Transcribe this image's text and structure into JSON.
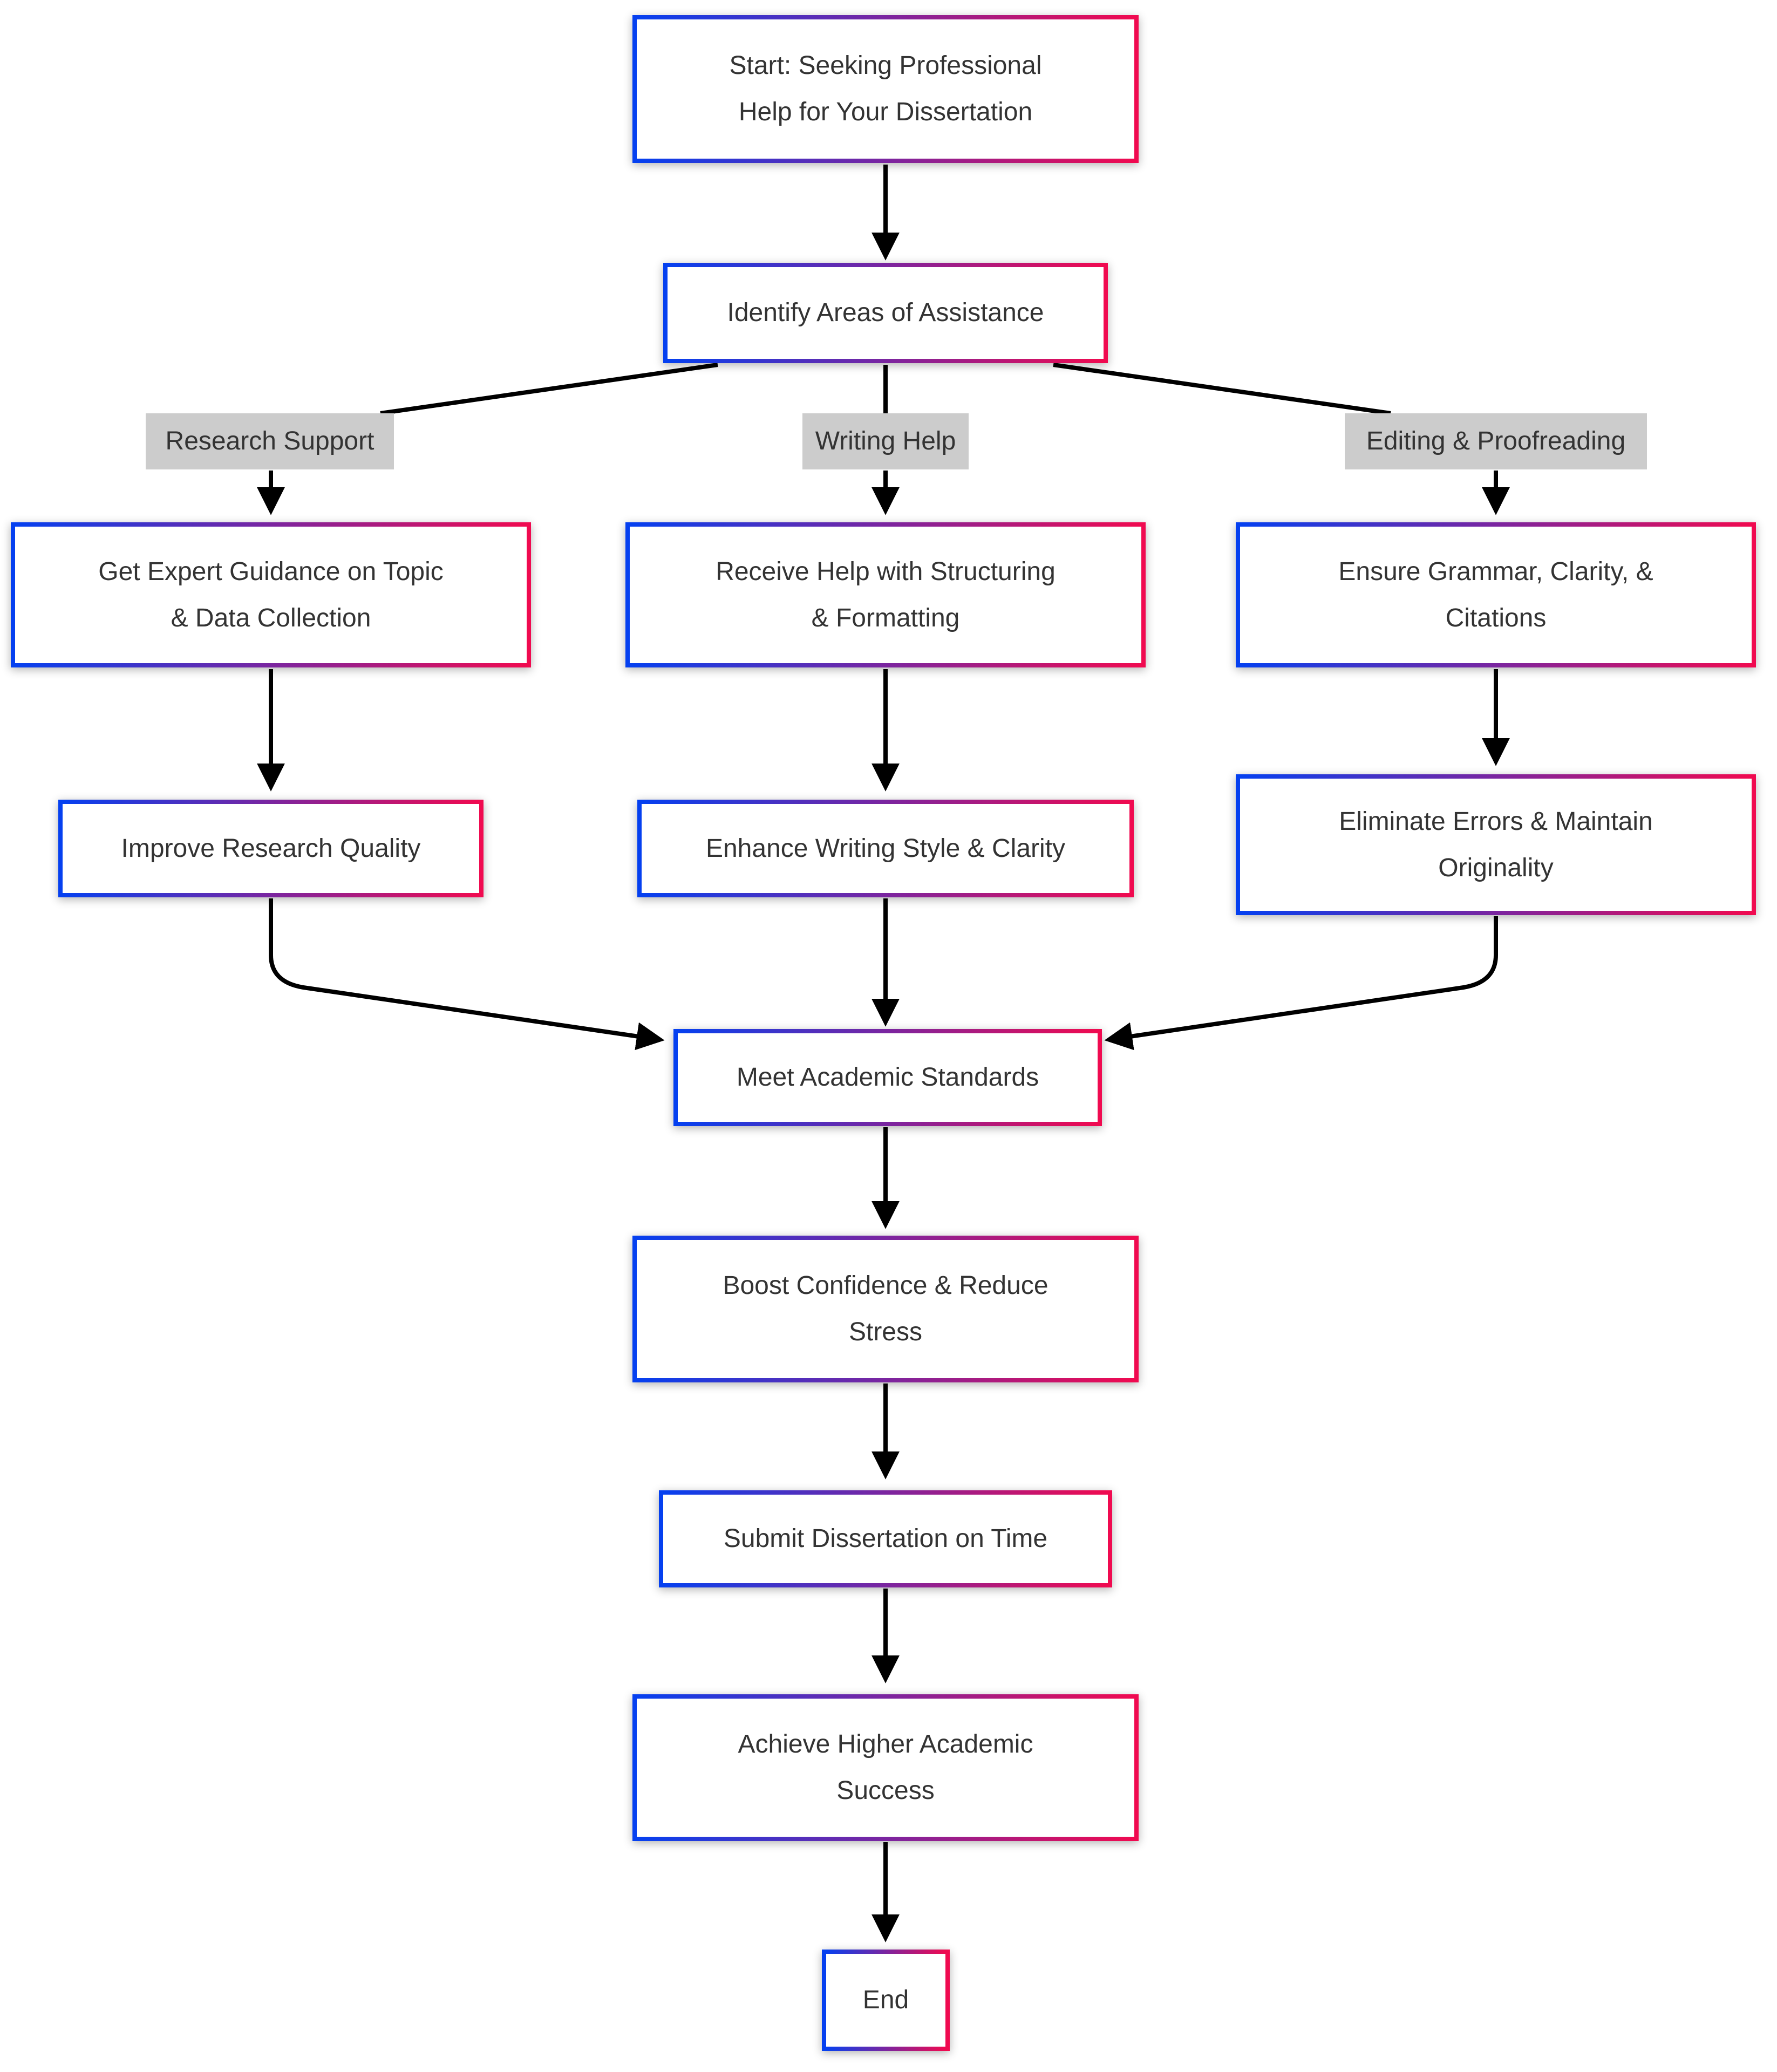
{
  "diagram_type": "flowchart",
  "nodes": {
    "start": "Start: Seeking Professional\nHelp for Your Dissertation",
    "identify": "Identify Areas of Assistance",
    "get_expert": "Get Expert Guidance on Topic\n& Data Collection",
    "receive_help": "Receive Help with Structuring\n& Formatting",
    "ensure_grammar": "Ensure Grammar, Clarity, &\nCitations",
    "improve_research": "Improve Research Quality",
    "enhance_writing": "Enhance Writing Style & Clarity",
    "eliminate_errors": "Eliminate Errors & Maintain\nOriginality",
    "meet_standards": "Meet Academic Standards",
    "boost_confidence": "Boost Confidence & Reduce\nStress",
    "submit_on_time": "Submit Dissertation on Time",
    "achieve_success": "Achieve Higher Academic\nSuccess",
    "end": "End"
  },
  "edge_labels": {
    "research": "Research Support",
    "writing": "Writing Help",
    "editing": "Editing & Proofreading"
  },
  "colors": {
    "border_gradient_left": "#0540f0",
    "border_gradient_right": "#f00a50",
    "node_fill": "#ffffff",
    "text": "#333333",
    "edge_label_bg": "#cccccc",
    "arrow": "#000000",
    "background": "#ffffff"
  }
}
